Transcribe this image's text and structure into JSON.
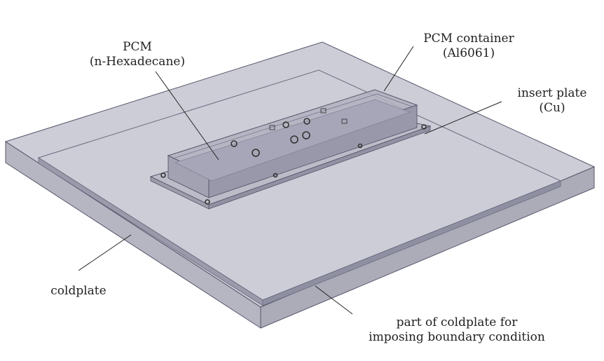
{
  "labels": {
    "pcm": {
      "line1": "PCM",
      "line2": "(n-Hexadecane)"
    },
    "container": {
      "line1": "PCM container",
      "line2": "(Al6061)"
    },
    "insert": {
      "line1": "insert plate",
      "line2": "(Cu)"
    },
    "coldplate": "coldplate",
    "boundary": {
      "line1": "part of coldplate for",
      "line2": "imposing boundary condition"
    }
  },
  "colors": {
    "plate_top": "#c4c4d0",
    "plate_side_left": "#a9a9b8",
    "plate_side_front": "#9d9dad",
    "edge": "#55556a",
    "insert": "#b9b9c6",
    "container": "#b0b0c0",
    "bolt": "#333333"
  }
}
